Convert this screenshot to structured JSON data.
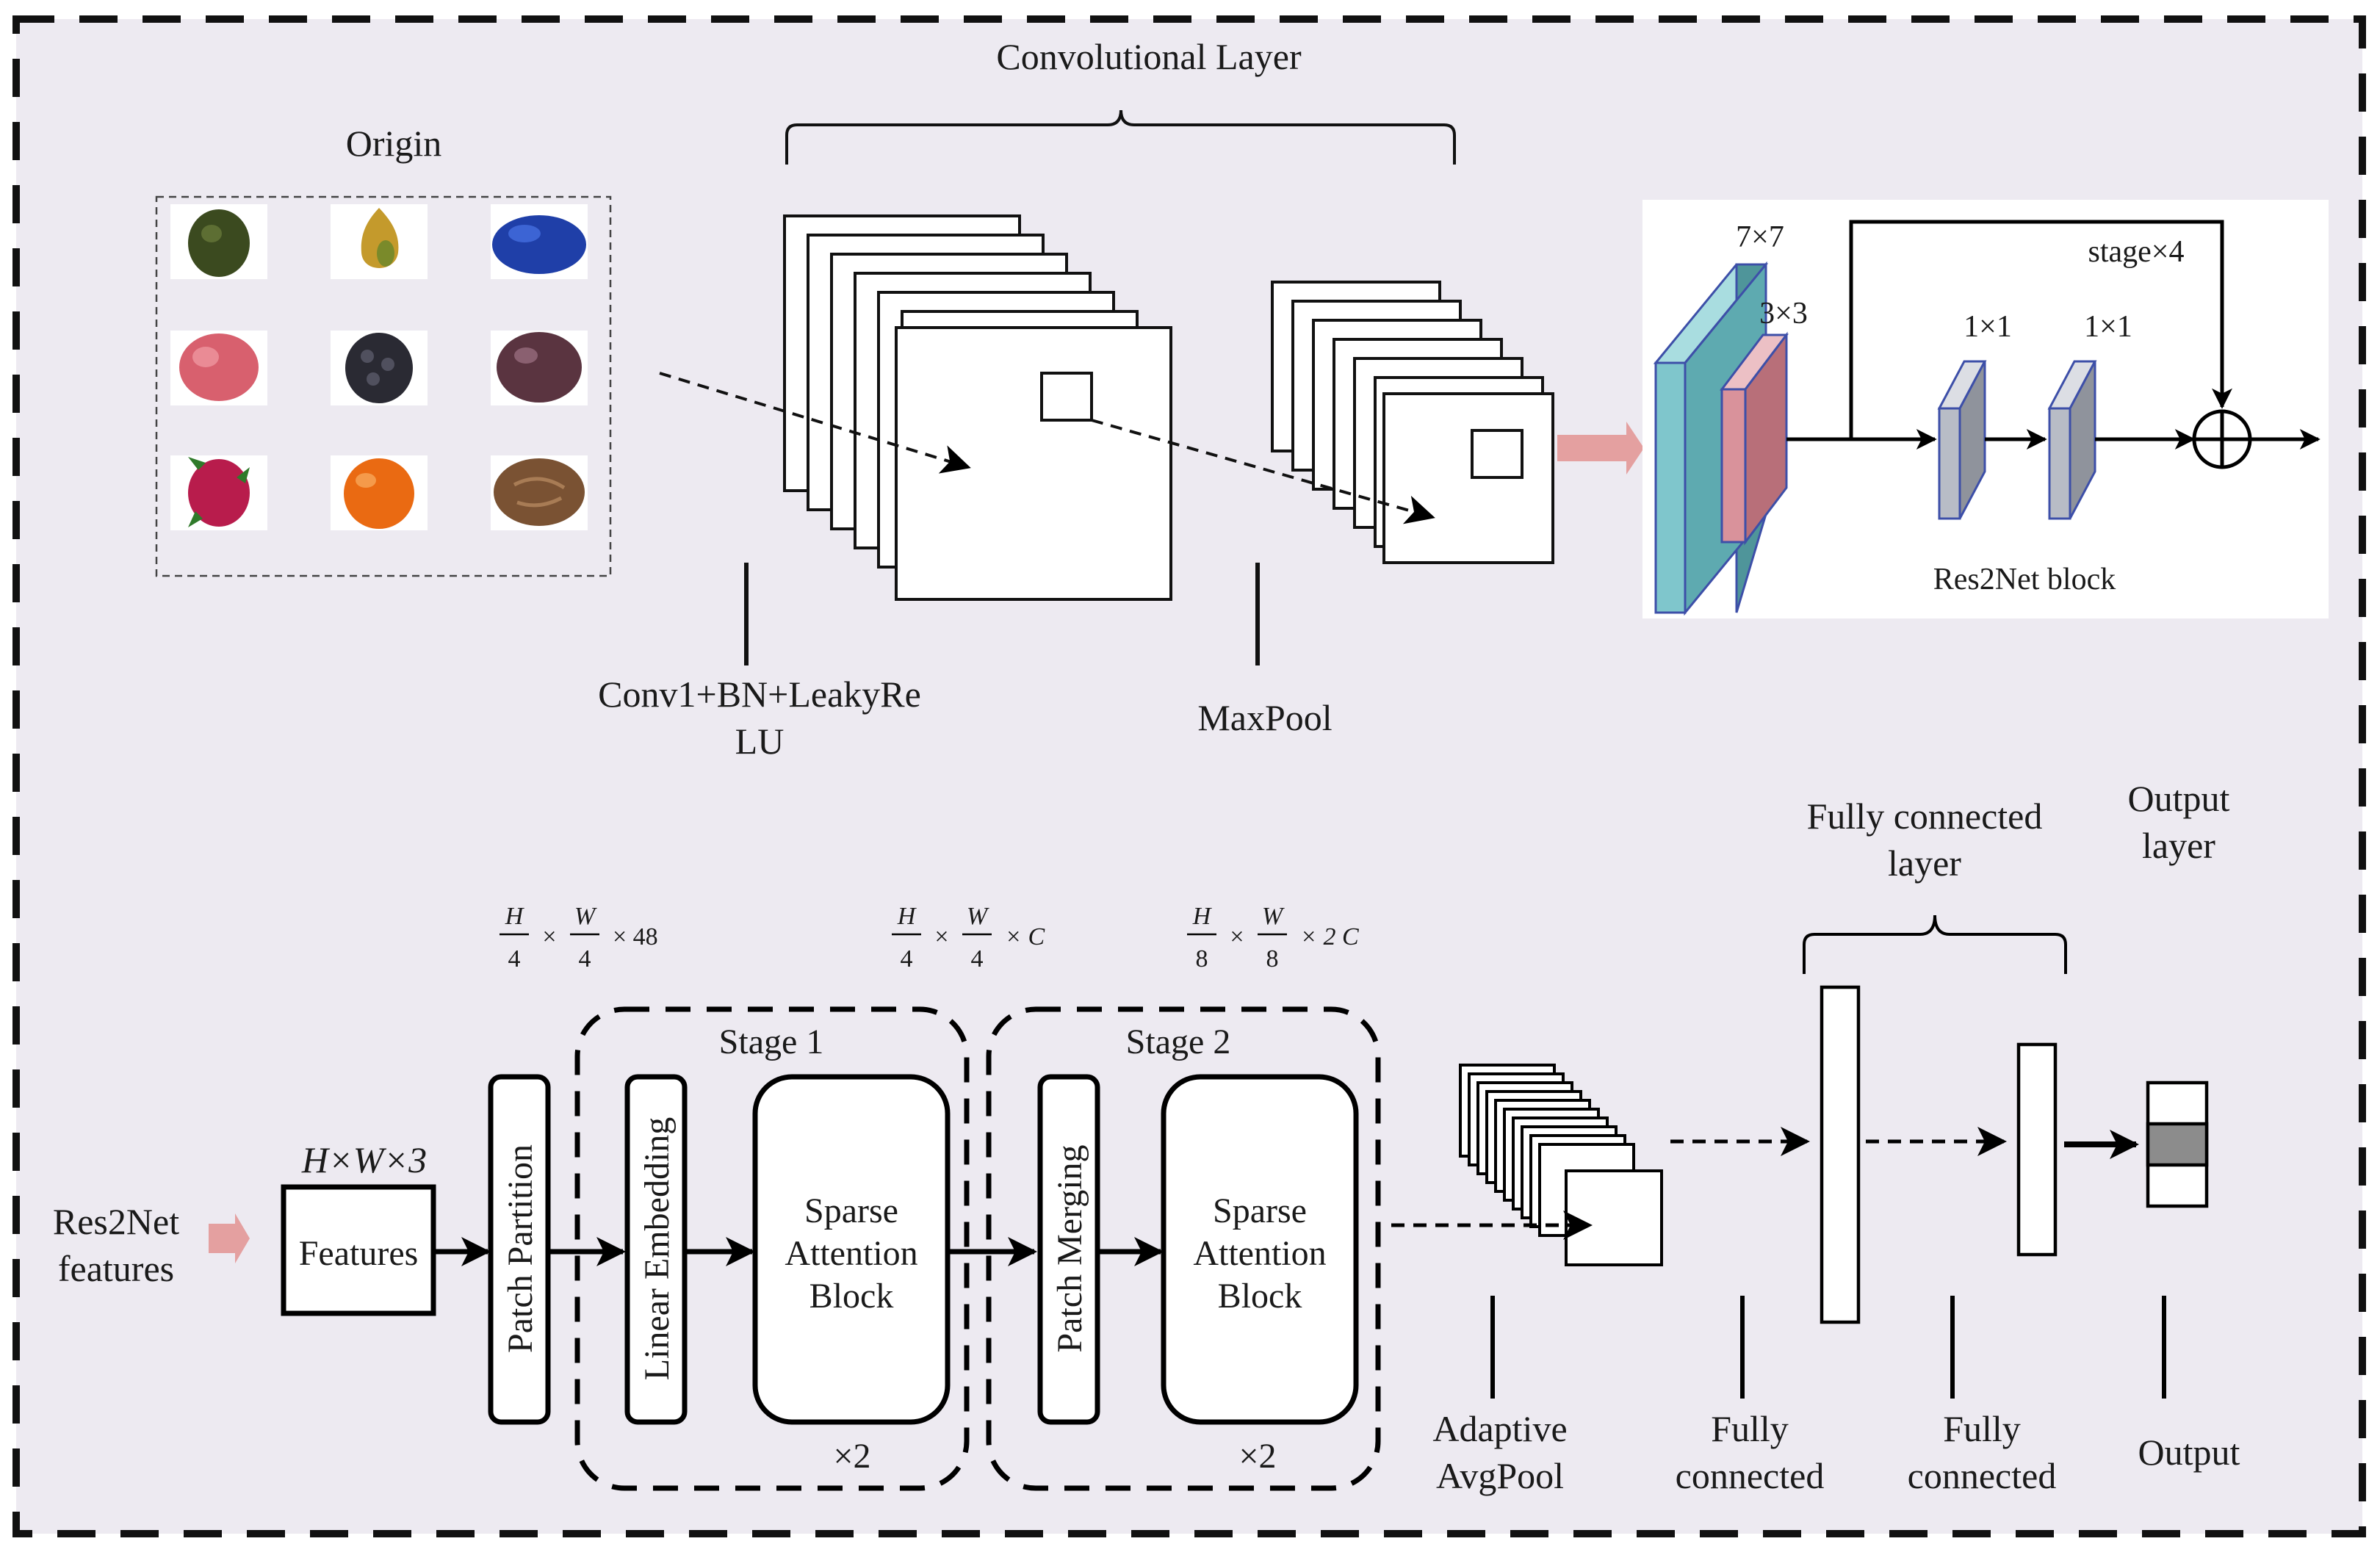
{
  "top": {
    "origin_label": "Origin",
    "conv_layer_label": "Convolutional Layer",
    "conv1_label_line1": "Conv1+BN+LeakyRe",
    "conv1_label_line2": "LU",
    "maxpool_label": "MaxPool",
    "fruits": [
      "avocado",
      "pear",
      "blueberry",
      "lychee",
      "blackberry",
      "plum",
      "dragon fruit",
      "tangerine",
      "walnut"
    ]
  },
  "res2net": {
    "k7": "7×7",
    "k3": "3×3",
    "k1a": "1×1",
    "k1b": "1×1",
    "stage": "stage×4",
    "block_label": "Res2Net block",
    "colors": {
      "teal": "#7fc6cc",
      "pink": "#d9929b",
      "gray": "#b8bcc6",
      "edge": "#3d4fa8",
      "arrow": "#e4a0a0"
    }
  },
  "bottom": {
    "input_line1": "Res2Net",
    "input_line2": "features",
    "dims_input": "H×W×3",
    "features_label": "Features",
    "patch_partition": "Patch Partition",
    "linear_embedding": "Linear Embedding",
    "patch_merging": "Patch Merging",
    "stage1_title": "Stage 1",
    "stage2_title": "Stage 2",
    "sab_line1": "Sparse",
    "sab_line2": "Attention",
    "sab_line3": "Block",
    "repeat1": "×2",
    "repeat2": "×2",
    "dim1": {
      "num1": "H",
      "den1": "4",
      "num2": "W",
      "den2": "4",
      "tail": "× 48"
    },
    "dim2": {
      "num1": "H",
      "den1": "4",
      "num2": "W",
      "den2": "4",
      "tail": "× C"
    },
    "dim3": {
      "num1": "H",
      "den1": "8",
      "num2": "W",
      "den2": "8",
      "tail": "× 2 C"
    },
    "times": "×",
    "avgpool_line1": "Adaptive",
    "avgpool_line2": "AvgPool",
    "fc_header_line1": "Fully connected",
    "fc_header_line2": "layer",
    "out_header_line1": "Output",
    "out_header_line2": "layer",
    "fc1_line1": "Fully",
    "fc1_line2": "connected",
    "fc2_line1": "Fully",
    "fc2_line2": "connected",
    "output_label": "Output"
  }
}
